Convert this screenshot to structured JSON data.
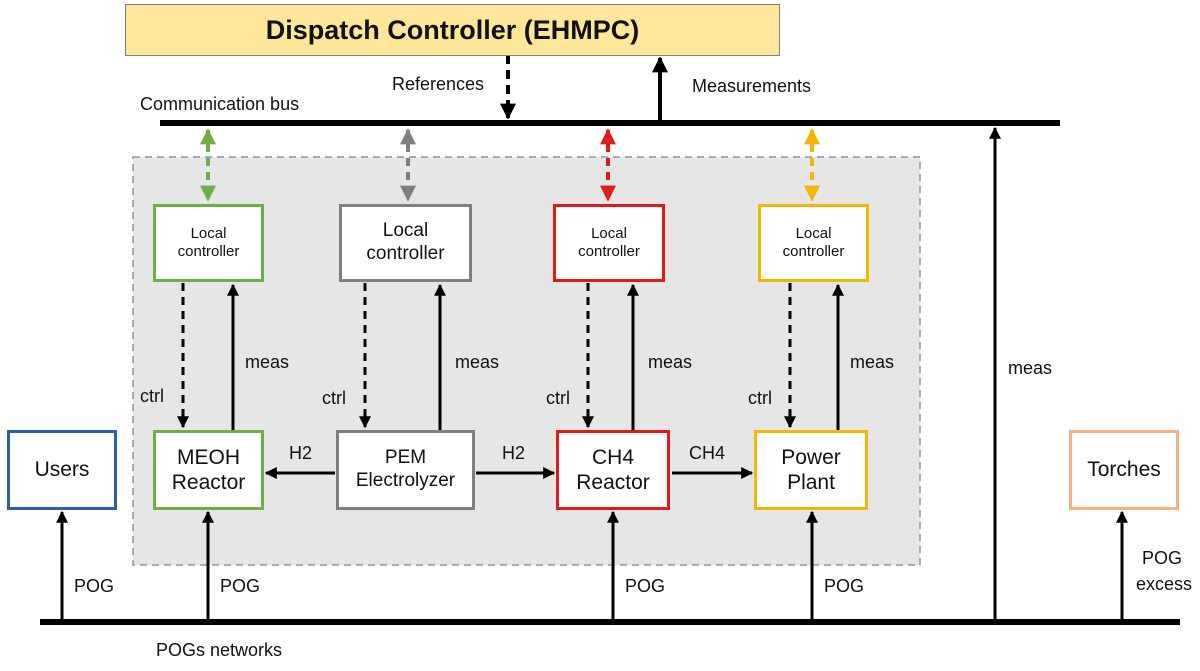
{
  "title": "Dispatch Controller (EHMPC)",
  "labels": {
    "references": "References",
    "measurements": "Measurements",
    "communication_bus": "Communication bus",
    "pogs_networks": "POGs networks",
    "meas": "meas",
    "ctrl": "ctrl",
    "pog": "POG",
    "pog_excess_1": "POG",
    "pog_excess_2": "excess",
    "h2": "H2",
    "ch4": "CH4"
  },
  "controllers": {
    "meoh": {
      "line1": "Local",
      "line2": "controller",
      "color": "#70ad47"
    },
    "pem": {
      "line1": "Local",
      "line2": "controller",
      "color": "#7f7f7f"
    },
    "ch4": {
      "line1": "Local",
      "line2": "controller",
      "color": "#e11b1b"
    },
    "power": {
      "line1": "Local",
      "line2": "controller",
      "color": "#f2b705"
    }
  },
  "units": {
    "meoh": {
      "line1": "MEOH",
      "line2": "Reactor"
    },
    "pem": {
      "line1": "PEM",
      "line2": "Electrolyzer"
    },
    "ch4": {
      "line1": "CH4",
      "line2": "Reactor"
    },
    "power": {
      "line1": "Power",
      "line2": "Plant"
    }
  },
  "externals": {
    "users": {
      "label": "Users",
      "color": "#2e5ea8"
    },
    "torches": {
      "label": "Torches",
      "color": "#f4b183"
    }
  },
  "colors": {
    "title_bg": "#ffe699",
    "plant_area_bg": "#e6e6e6",
    "plant_area_border": "#8497b0"
  }
}
